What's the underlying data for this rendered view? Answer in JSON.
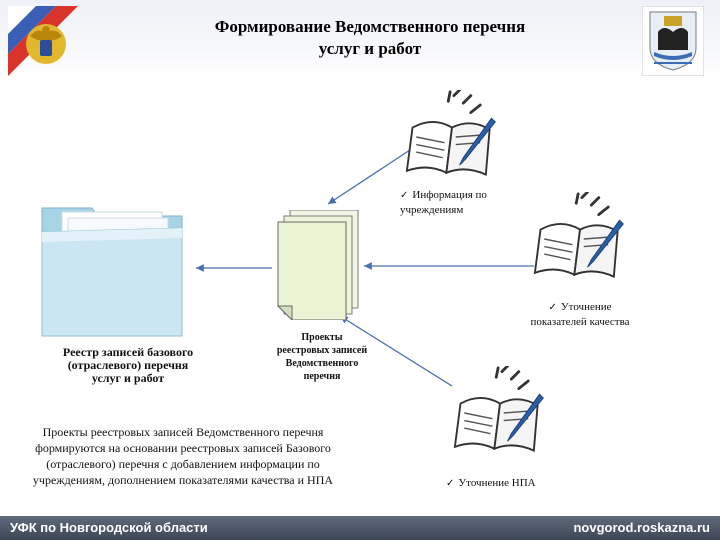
{
  "header": {
    "title_line1": "Формирование Ведомственного перечня",
    "title_line2": "услуг и работ"
  },
  "nodes": {
    "registry_label": "Реестр записей базового (отраслевого) перечня услуг и работ",
    "projects_label": "Проекты реестровых записей Ведомственного перечня"
  },
  "notes": {
    "info": "Информация по учреждениям",
    "quality": "Уточнение показателей качества",
    "npa": "Уточнение НПА"
  },
  "description": "Проекты реестровых записей Ведомственного перечня формируются на основании реестровых записей Базового (отраслевого) перечня с добавлением информации по учреждениям, дополнением показателями качества и НПА",
  "footer": {
    "left": "УФК по Новгородской области",
    "right": "novgorod.roskazna.ru"
  },
  "colors": {
    "arrow": "#4a6fb0",
    "document": "#eaf3d4",
    "folder": "#bfe0ef",
    "pen": "#2b5fa8"
  }
}
